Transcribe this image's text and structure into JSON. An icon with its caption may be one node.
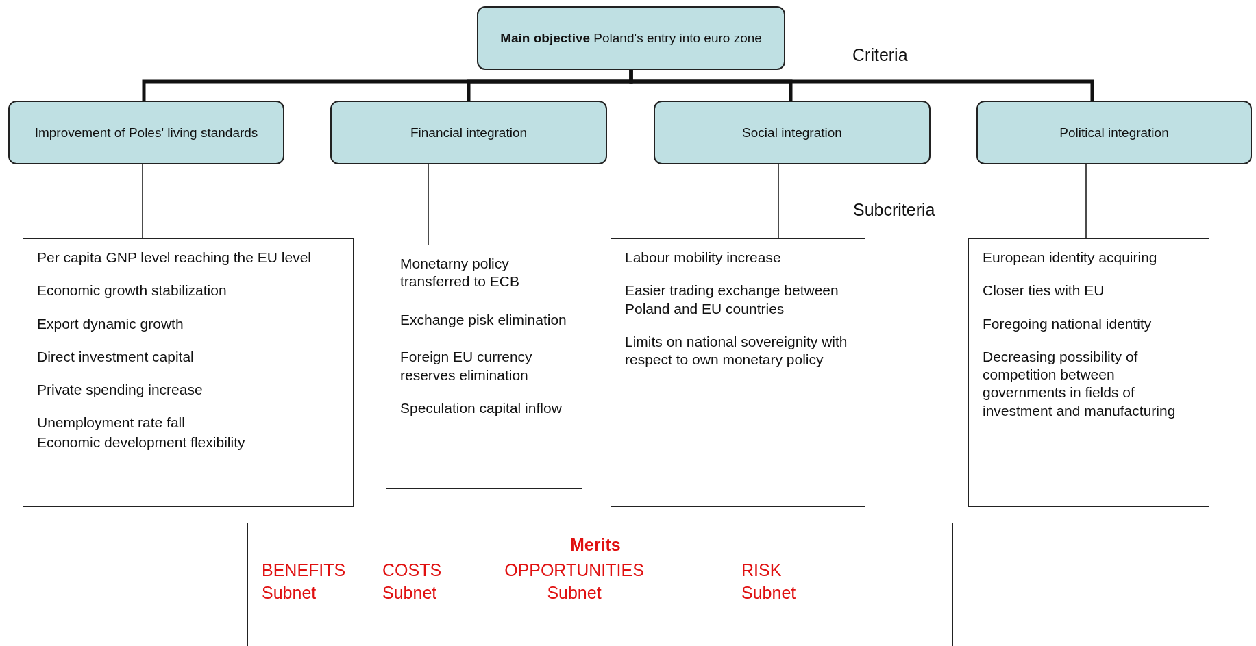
{
  "diagram": {
    "nodes": [
      {
        "text": [
          "**Main objective** Poland's entry into euro zone"
        ]
      },
      {
        "text": [
          "Improvement of Poles' living standards"
        ]
      },
      {
        "text": [
          "Financial integration"
        ]
      },
      {
        "text": [
          "Social integration"
        ]
      },
      {
        "text": [
          "Political integration"
        ]
      },
      {
        "text": [
          "Per capita GNP level reaching the EU level",
          "Economic growth stabilization",
          "Export dynamic growth",
          "Direct investment capital",
          "Private spending increase",
          "Unemployment rate fall",
          "Economic development flexibility"
        ]
      },
      {
        "text": [
          "Monetarny policy transferred to ECB",
          "Exchange pisk elimination",
          "Foreign EU currency reserves elimination",
          "Speculation capital inflow"
        ]
      },
      {
        "text": [
          "Labour mobility increase",
          "Easier trading exchange between Poland and EU countries",
          "Limits on national sovereignity with respect to own monetary policy"
        ]
      },
      {
        "text": [
          "European identity acquiring",
          "Closer ties with EU",
          "Foregoing national identity",
          "Decreasing possibility of competition between governments in fields of investment and manufacturing"
        ]
      },
      {
        "text": [
          "Merits",
          "BENEFITS Subnet",
          "COSTS Subnet",
          "OPPORTUNITIES Subnet",
          "RISK Subnet"
        ]
      }
    ],
    "edges": [
      {
        "from": 0,
        "to": 1,
        "arrow": "none",
        "style": "thick"
      },
      {
        "from": 0,
        "to": 2,
        "arrow": "none",
        "style": "thick"
      },
      {
        "from": 0,
        "to": 3,
        "arrow": "none",
        "style": "thick"
      },
      {
        "from": 0,
        "to": 4,
        "arrow": "none",
        "style": "thick"
      },
      {
        "from": 1,
        "to": 5,
        "arrow": "none"
      },
      {
        "from": 2,
        "to": 6,
        "arrow": "none"
      },
      {
        "from": 3,
        "to": 7,
        "arrow": "none"
      },
      {
        "from": 4,
        "to": 8,
        "arrow": "none"
      }
    ],
    "labels": [
      "Criteria",
      "Subcriteria"
    ]
  }
}
